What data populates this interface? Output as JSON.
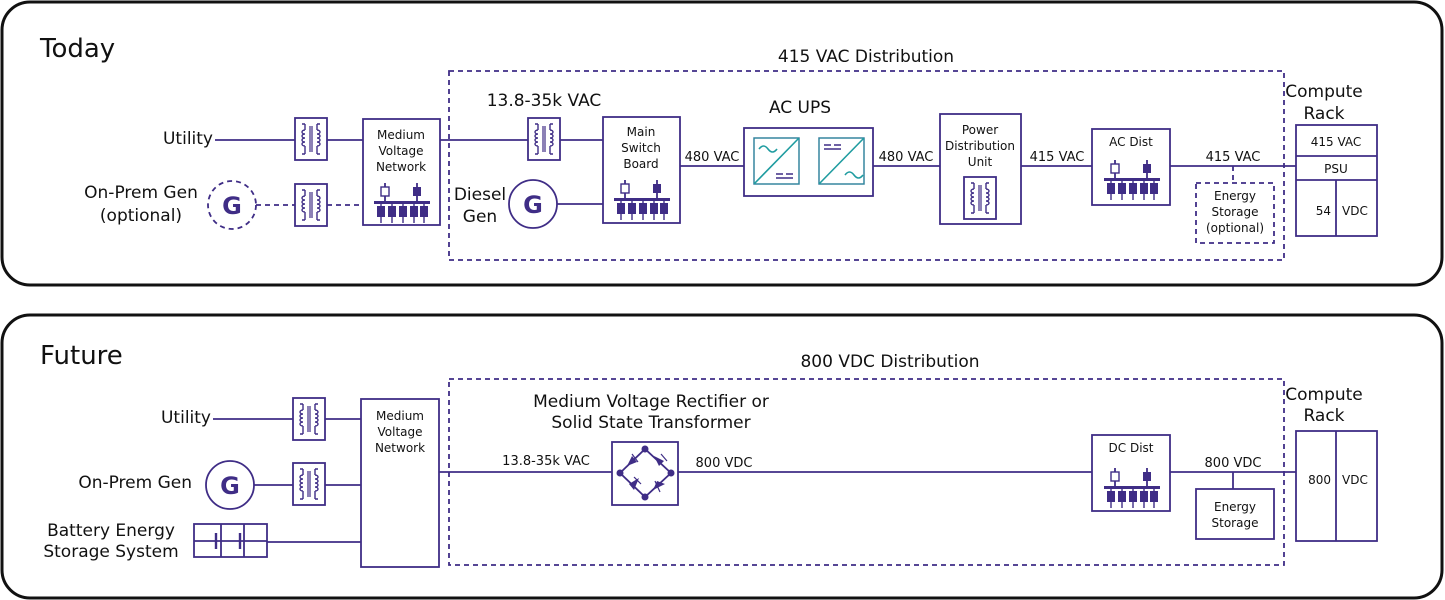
{
  "colors": {
    "line": "#3f2d86",
    "panel_border": "#111111",
    "converter_accent": "#1f9ca0",
    "text": "#111111"
  },
  "today": {
    "title": "Today",
    "distribution_label": "415 VAC Distribution",
    "utility_label": "Utility",
    "onprem_gen_label_1": "On-Prem Gen",
    "onprem_gen_label_2": "(optional)",
    "generator_glyph": "G",
    "mv_network_lines": [
      "Medium",
      "Voltage",
      "Network"
    ],
    "mv_voltage_label": "13.8-35k VAC",
    "diesel_gen_lines": [
      "Diesel",
      "Gen"
    ],
    "msb_lines": [
      "Main",
      "Switch",
      "Board"
    ],
    "msb_out_label": "480 VAC",
    "ups_label": "AC UPS",
    "ups_out_label": "480 VAC",
    "pdu_lines": [
      "Power",
      "Distribution",
      "Unit"
    ],
    "pdu_out_label": "415 VAC",
    "ac_dist_label": "AC Dist",
    "rack_feed_label": "415 VAC",
    "energy_storage_lines": [
      "Energy",
      "Storage",
      "(optional)"
    ],
    "rack_title_lines": [
      "Compute",
      "Rack"
    ],
    "rack_rows": {
      "input": "415 VAC",
      "psu": "PSU",
      "out_value": "54",
      "out_unit": "VDC"
    }
  },
  "future": {
    "title": "Future",
    "distribution_label": "800 VDC Distribution",
    "utility_label": "Utility",
    "onprem_gen_label": "On-Prem Gen",
    "generator_glyph": "G",
    "bess_lines": [
      "Battery Energy",
      "Storage System"
    ],
    "mv_network_lines": [
      "Medium",
      "Voltage",
      "Network"
    ],
    "rectifier_lines": [
      "Medium Voltage Rectifier or",
      "Solid State Transformer"
    ],
    "rectifier_in_label": "13.8-35k VAC",
    "rectifier_out_label": "800 VDC",
    "dc_dist_label": "DC Dist",
    "rack_feed_label": "800 VDC",
    "energy_storage_lines": [
      "Energy",
      "Storage"
    ],
    "rack_title_lines": [
      "Compute",
      "Rack"
    ],
    "rack_rows": {
      "out_value": "800",
      "out_unit": "VDC"
    }
  },
  "icons": {
    "transformer": "transformer-icon",
    "generator": "generator-icon",
    "switchgear": "switchgear-busbar-icon",
    "ac_dc_converter": "ac-dc-converter-icon",
    "dc_ac_converter": "dc-ac-converter-icon",
    "diode_bridge": "diode-bridge-rectifier-icon",
    "battery": "battery-icon"
  }
}
